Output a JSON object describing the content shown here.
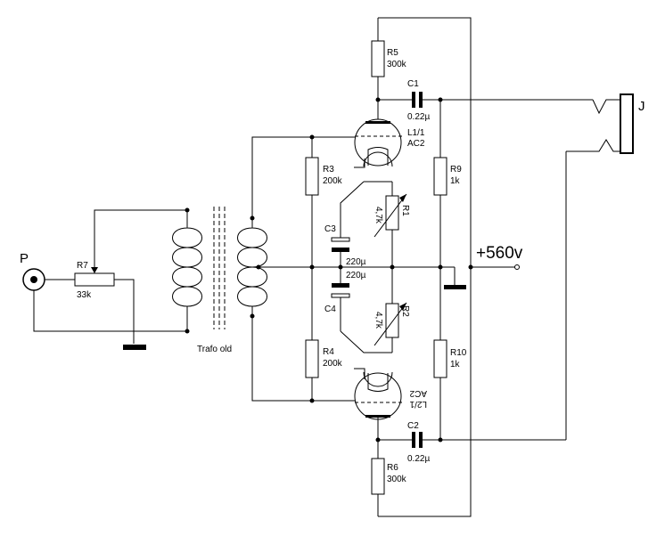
{
  "components": {
    "r5": {
      "name": "R5",
      "value": "300k"
    },
    "r6": {
      "name": "R6",
      "value": "300k"
    },
    "r3": {
      "name": "R3",
      "value": "200k"
    },
    "r4": {
      "name": "R4",
      "value": "200k"
    },
    "r9": {
      "name": "R9",
      "value": "1k"
    },
    "r10": {
      "name": "R10",
      "value": "1k"
    },
    "r7": {
      "name": "R7",
      "value": "33k"
    },
    "r1": {
      "name": "R1",
      "value": "4,7k"
    },
    "r2": {
      "name": "R2",
      "value": "4,7k"
    },
    "c1": {
      "name": "C1",
      "value": "0.22µ"
    },
    "c2": {
      "name": "C2",
      "value": "0.22µ"
    },
    "c3": {
      "name": "C3",
      "value": "220µ"
    },
    "c4": {
      "name": "C4",
      "value": "220µ"
    },
    "l1": {
      "name": "L1/1",
      "type": "AC2"
    },
    "l2": {
      "name": "L2/1",
      "type": "AC2"
    }
  },
  "labels": {
    "input": "P",
    "output": "J",
    "transformer": "Trafo old",
    "supply": "+560v"
  }
}
